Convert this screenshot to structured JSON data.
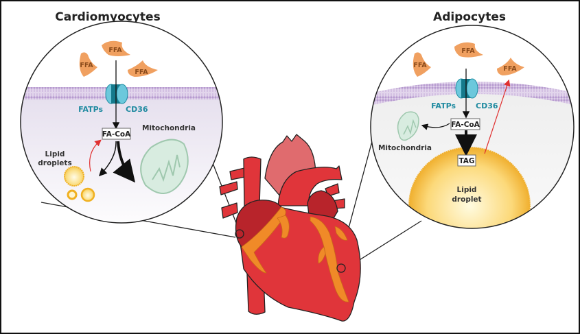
{
  "panels": {
    "left": {
      "title": "Cardiomyocytes",
      "ffa_labels": [
        "FFA",
        "FFA",
        "FFA"
      ],
      "transporters": [
        "FATPs",
        "CD36"
      ],
      "intermediate": "FA-CoA",
      "organelle": "Mitochondria",
      "storage": "Lipid droplets",
      "storage_lines": [
        "Lipid",
        "droplets"
      ]
    },
    "right": {
      "title": "Adipocytes",
      "ffa_labels": [
        "FFA",
        "FFA",
        "FFA"
      ],
      "transporters": [
        "FATPs",
        "CD36"
      ],
      "intermediate": "FA-CoA",
      "product": "TAG",
      "organelle": "Mitochondria",
      "storage_lines": [
        "Lipid",
        "droplet"
      ]
    }
  },
  "colors": {
    "ffa": "#f0a060",
    "membrane": "#c9b3dc",
    "transporter": "#1e8ea3",
    "heart_red": "#e0353a",
    "heart_dark": "#b8242b",
    "coronary": "#f08a28",
    "lipid": "#f5c842",
    "mito": "#d8ece0",
    "red_arrow": "#e03030"
  }
}
